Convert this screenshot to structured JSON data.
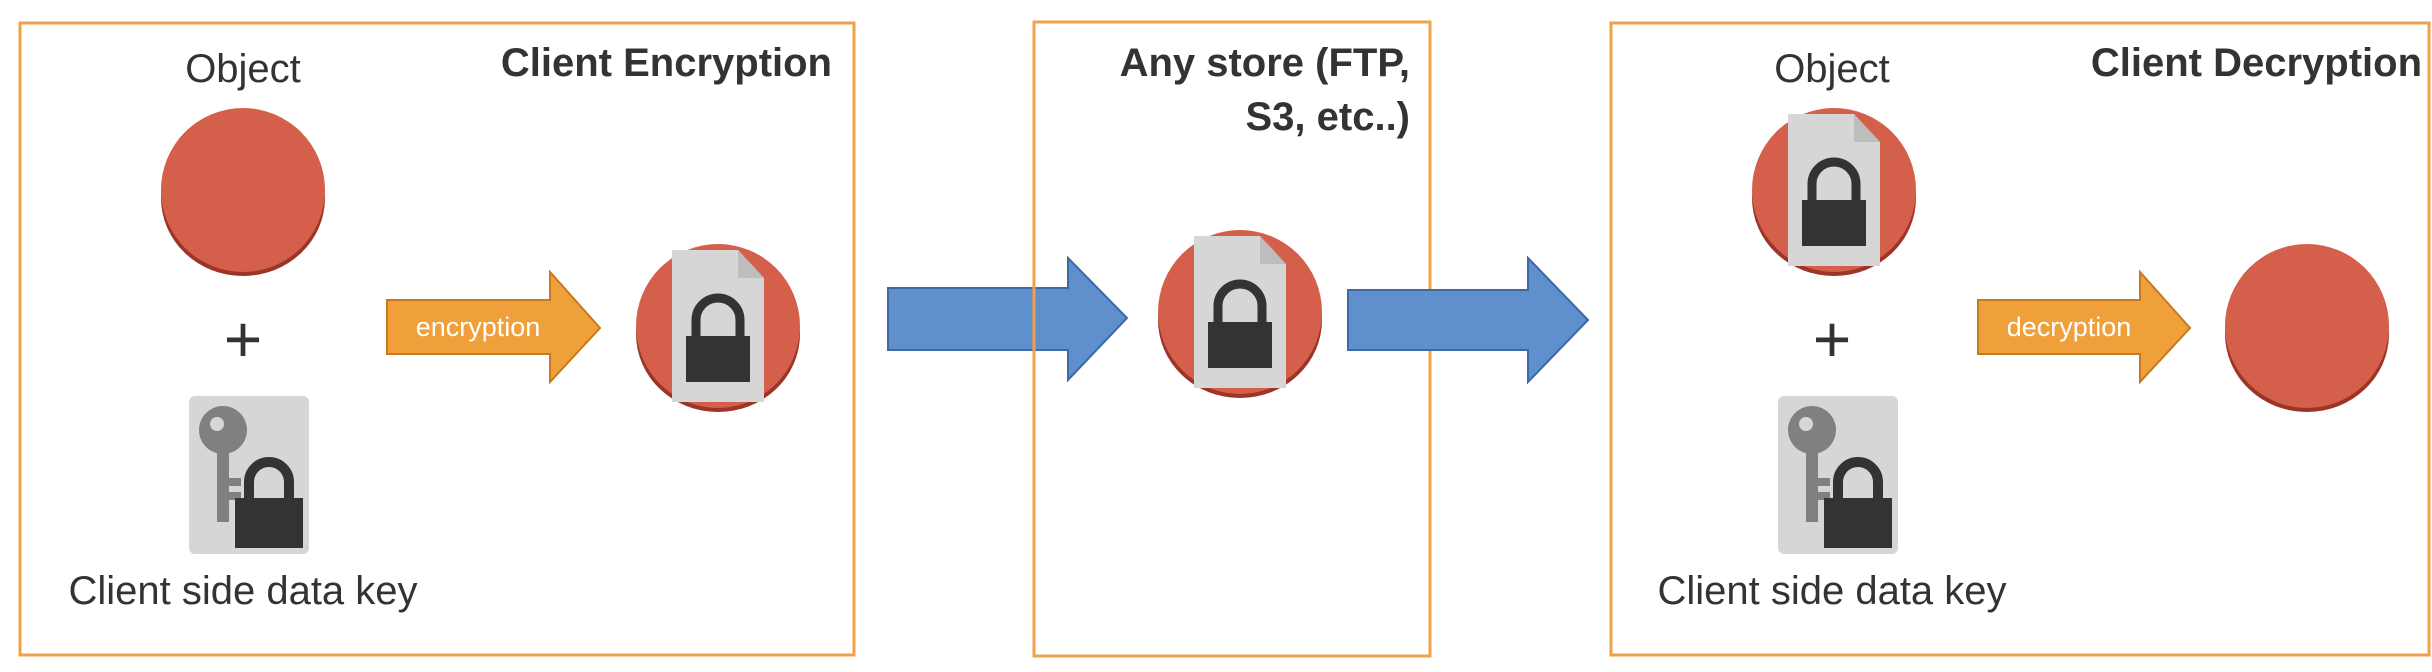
{
  "panels": {
    "client_encryption": {
      "title": "Client Encryption",
      "object_label": "Object",
      "plus": "+",
      "key_label": "Client side data key",
      "arrow_label": "encryption"
    },
    "store": {
      "title_line1": "Any store (FTP,",
      "title_line2": "S3, etc..)"
    },
    "client_decryption": {
      "title": "Client Decryption",
      "object_label": "Object",
      "plus": "+",
      "key_label": "Client side data key",
      "arrow_label": "decryption"
    }
  },
  "icons": {
    "object": "red-cylinder-icon",
    "encrypted_object": "encrypted-file-icon",
    "data_key": "key-lock-icon",
    "transfer_arrow": "blue-arrow-icon",
    "process_arrow": "orange-arrow-icon"
  },
  "colors": {
    "panel_border": "#F0A04B",
    "object_red": "#D45F4A",
    "object_red_dark": "#9C3527",
    "orange_arrow": "#F0A03A",
    "orange_arrow_stroke": "#C67A1C",
    "blue_arrow": "#5F8FCC",
    "blue_arrow_stroke": "#3E6AA3",
    "text_dark": "#333333",
    "file_gray": "#D6D6D6",
    "lock_dark": "#333333",
    "key_gray": "#808080"
  }
}
